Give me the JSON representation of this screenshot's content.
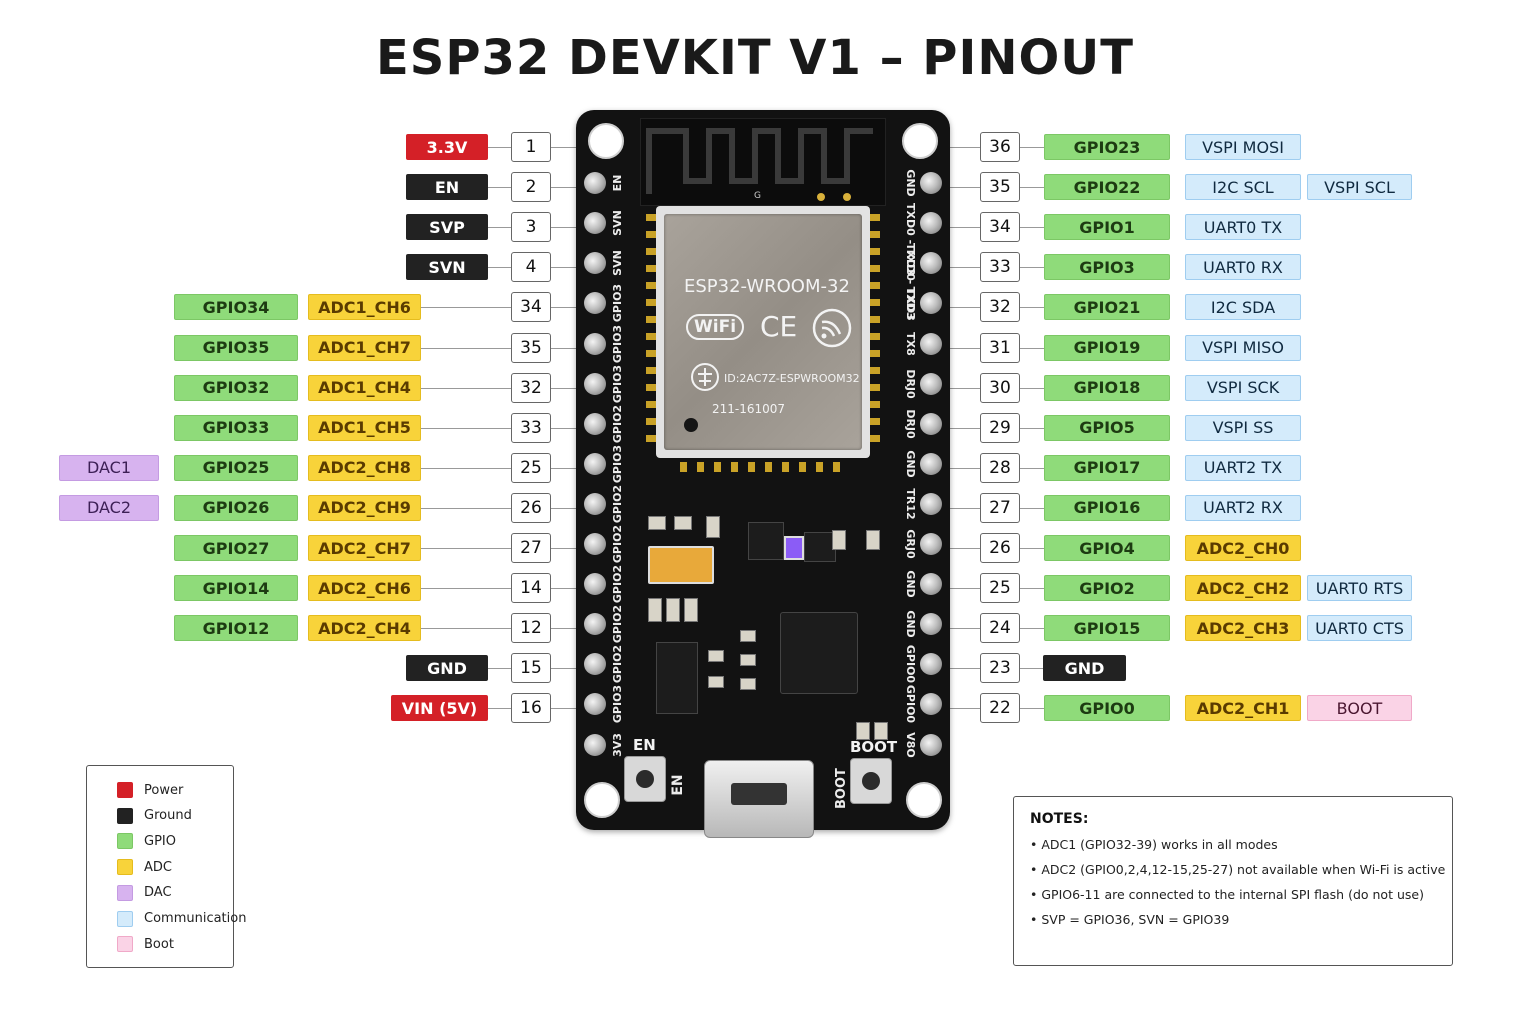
{
  "title": "ESP32 DEVKIT V1 – PINOUT",
  "colors": {
    "power": "#d42027",
    "ground": "#222222",
    "gpio": "#8fdb7a",
    "adc": "#f8d33a",
    "dac": "#d7b3ef",
    "comm": "#d4ebfb",
    "boot": "#fad3e6",
    "board": "#121212"
  },
  "left_pins": [
    {
      "num": "1",
      "labels": [
        {
          "text": "3.3V",
          "kind": "power"
        }
      ]
    },
    {
      "num": "2",
      "labels": [
        {
          "text": "EN",
          "kind": "ground"
        }
      ]
    },
    {
      "num": "3",
      "labels": [
        {
          "text": "SVP",
          "kind": "ground"
        }
      ]
    },
    {
      "num": "4",
      "labels": [
        {
          "text": "SVN",
          "kind": "ground"
        }
      ]
    },
    {
      "num": "34",
      "labels": [
        {
          "text": "ADC1_CH6",
          "kind": "adc"
        },
        {
          "text": "GPIO34",
          "kind": "gpio"
        }
      ]
    },
    {
      "num": "35",
      "labels": [
        {
          "text": "ADC1_CH7",
          "kind": "adc"
        },
        {
          "text": "GPIO35",
          "kind": "gpio"
        }
      ]
    },
    {
      "num": "32",
      "labels": [
        {
          "text": "ADC1_CH4",
          "kind": "adc"
        },
        {
          "text": "GPIO32",
          "kind": "gpio"
        }
      ]
    },
    {
      "num": "33",
      "labels": [
        {
          "text": "ADC1_CH5",
          "kind": "adc"
        },
        {
          "text": "GPIO33",
          "kind": "gpio"
        }
      ]
    },
    {
      "num": "25",
      "labels": [
        {
          "text": "ADC2_CH8",
          "kind": "adc"
        },
        {
          "text": "GPIO25",
          "kind": "gpio"
        },
        {
          "text": "DAC1",
          "kind": "dac"
        }
      ]
    },
    {
      "num": "26",
      "labels": [
        {
          "text": "ADC2_CH9",
          "kind": "adc"
        },
        {
          "text": "GPIO26",
          "kind": "gpio"
        },
        {
          "text": "DAC2",
          "kind": "dac"
        }
      ]
    },
    {
      "num": "27",
      "labels": [
        {
          "text": "ADC2_CH7",
          "kind": "adc"
        },
        {
          "text": "GPIO27",
          "kind": "gpio"
        }
      ]
    },
    {
      "num": "14",
      "labels": [
        {
          "text": "ADC2_CH6",
          "kind": "adc"
        },
        {
          "text": "GPIO14",
          "kind": "gpio"
        }
      ]
    },
    {
      "num": "12",
      "labels": [
        {
          "text": "ADC2_CH4",
          "kind": "adc"
        },
        {
          "text": "GPIO12",
          "kind": "gpio"
        }
      ]
    },
    {
      "num": "15",
      "labels": [
        {
          "text": "GND",
          "kind": "ground"
        }
      ]
    },
    {
      "num": "16",
      "labels": [
        {
          "text": "VIN (5V)",
          "kind": "power"
        }
      ]
    }
  ],
  "right_pins": [
    {
      "num": "36",
      "labels": [
        {
          "text": "GPIO23",
          "kind": "gpio"
        },
        {
          "text": "VSPI MOSI",
          "kind": "comm"
        }
      ]
    },
    {
      "num": "35",
      "labels": [
        {
          "text": "GPIO22",
          "kind": "gpio"
        },
        {
          "text": "I2C SCL",
          "kind": "comm"
        },
        {
          "text": "VSPI SCL",
          "kind": "comm"
        }
      ]
    },
    {
      "num": "34",
      "labels": [
        {
          "text": "GPIO1",
          "kind": "gpio"
        },
        {
          "text": "UART0 TX",
          "kind": "comm"
        }
      ]
    },
    {
      "num": "33",
      "labels": [
        {
          "text": "GPIO3",
          "kind": "gpio"
        },
        {
          "text": "UART0 RX",
          "kind": "comm"
        }
      ]
    },
    {
      "num": "32",
      "labels": [
        {
          "text": "GPIO21",
          "kind": "gpio"
        },
        {
          "text": "I2C SDA",
          "kind": "comm"
        }
      ]
    },
    {
      "num": "31",
      "labels": [
        {
          "text": "GPIO19",
          "kind": "gpio"
        },
        {
          "text": "VSPI MISO",
          "kind": "comm"
        }
      ]
    },
    {
      "num": "30",
      "labels": [
        {
          "text": "GPIO18",
          "kind": "gpio"
        },
        {
          "text": "VSPI SCK",
          "kind": "comm"
        }
      ]
    },
    {
      "num": "29",
      "labels": [
        {
          "text": "GPIO5",
          "kind": "gpio"
        },
        {
          "text": "VSPI SS",
          "kind": "comm"
        }
      ]
    },
    {
      "num": "28",
      "labels": [
        {
          "text": "GPIO17",
          "kind": "gpio"
        },
        {
          "text": "UART2 TX",
          "kind": "comm"
        }
      ]
    },
    {
      "num": "27",
      "labels": [
        {
          "text": "GPIO16",
          "kind": "gpio"
        },
        {
          "text": "UART2 RX",
          "kind": "comm"
        }
      ]
    },
    {
      "num": "26",
      "labels": [
        {
          "text": "GPIO4",
          "kind": "gpio"
        },
        {
          "text": "ADC2_CH0",
          "kind": "adc"
        }
      ]
    },
    {
      "num": "25",
      "labels": [
        {
          "text": "GPIO2",
          "kind": "gpio"
        },
        {
          "text": "ADC2_CH2",
          "kind": "adc"
        },
        {
          "text": "UART0 RTS",
          "kind": "comm"
        }
      ]
    },
    {
      "num": "24",
      "labels": [
        {
          "text": "GPIO15",
          "kind": "gpio"
        },
        {
          "text": "ADC2_CH3",
          "kind": "adc"
        },
        {
          "text": "UART0 CTS",
          "kind": "comm"
        }
      ]
    },
    {
      "num": "23",
      "labels": [
        {
          "text": "GND",
          "kind": "ground"
        }
      ]
    },
    {
      "num": "22",
      "labels": [
        {
          "text": "GPIO0",
          "kind": "gpio"
        },
        {
          "text": "ADC2_CH1",
          "kind": "adc"
        },
        {
          "text": "BOOT",
          "kind": "boot"
        }
      ]
    }
  ],
  "board": {
    "silk_left": [
      "EN",
      "SVN",
      "SVN",
      "GPIO3",
      "GPIO3",
      "GPIO3",
      "GPIO2",
      "GPIO3",
      "GPIO2",
      "GPIO2",
      "GPIO2",
      "GPIO2",
      "GPIO2",
      "GPIO3",
      "3V3"
    ],
    "silk_right": [
      "GND",
      "TXD0 - TXD0",
      "TXD3 - TXD3",
      "TXD3",
      "TX8",
      "DRJ0",
      "DRJ0",
      "GND",
      "TR12",
      "GRJ0",
      "GND",
      "GND",
      "GPIO0",
      "GPIO0",
      "V8O"
    ],
    "module_name": "ESP32-WROOM-32",
    "module_id": "ID:2AC7Z-ESPWROOM32",
    "module_code": "211-161007",
    "wifi_mark": "WiFi",
    "ce_mark": "CE",
    "antenna_mark": "G",
    "btn_en_top": "EN",
    "btn_en_side": "EN",
    "btn_boot_top": "BOOT",
    "btn_boot_side": "BOOT"
  },
  "legend": [
    {
      "label": "Power",
      "kind": "power"
    },
    {
      "label": "Ground",
      "kind": "ground"
    },
    {
      "label": "GPIO",
      "kind": "gpio"
    },
    {
      "label": "ADC",
      "kind": "adc"
    },
    {
      "label": "DAC",
      "kind": "dac"
    },
    {
      "label": "Communication",
      "kind": "comm"
    },
    {
      "label": "Boot",
      "kind": "boot"
    }
  ],
  "notes": {
    "title": "NOTES:",
    "items": [
      "• ADC1 (GPIO32-39) works in all modes",
      "• ADC2 (GPIO0,2,4,12-15,25-27) not available when Wi-Fi is active",
      "• GPIO6-11 are connected to the internal SPI flash (do not use)",
      "• SVP  =  GPIO36, SVN  =  GPIO39"
    ]
  }
}
